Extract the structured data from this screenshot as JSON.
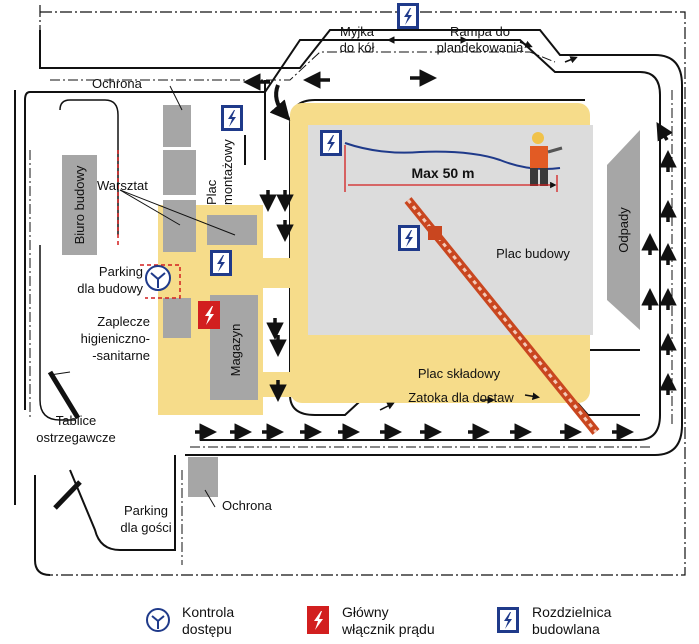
{
  "colors": {
    "site_fill": "#dcdcdc",
    "yard_fill": "#f6dc8a",
    "building_fill": "#a6a6a6",
    "red_switch": "#d21f1f",
    "blue_panel": "#1f3a8a",
    "crane": "#c9461f",
    "road_line": "#111111"
  },
  "labels": {
    "myjka": [
      "Myjka",
      "do kół"
    ],
    "rampa": [
      "Rampa do",
      "plandekowania"
    ],
    "ochrona_top": "Ochrona",
    "warsztat": "Warsztat",
    "plac_montazowy": [
      "Plac",
      "montażowy"
    ],
    "biuro_budowy": "Biuro budowy",
    "parking_budowy": [
      "Parking",
      "dla budowy"
    ],
    "zaplecze": [
      "Zaplecze",
      "higieniczno-",
      "-sanitarne"
    ],
    "magazyn": "Magazyn",
    "max_50m": "Max 50 m",
    "plac_budowy": "Plac budowy",
    "odpady": "Odpady",
    "plac_skladowy": "Plac składowy",
    "zatoka": "Zatoka dla dostaw",
    "tablice": [
      "Tablice",
      "ostrzegawcze"
    ],
    "parking_gosci": [
      "Parking",
      "dla gości"
    ],
    "ochrona_bottom": "Ochrona"
  },
  "legend": [
    {
      "icon": "access-control-icon",
      "lines": [
        "Kontrola",
        "dostępu"
      ]
    },
    {
      "icon": "main-switch-icon",
      "lines": [
        "Główny",
        "włącznik prądu"
      ]
    },
    {
      "icon": "distribution-board-icon",
      "lines": [
        "Rozdzielnica",
        "budowlana"
      ]
    }
  ]
}
